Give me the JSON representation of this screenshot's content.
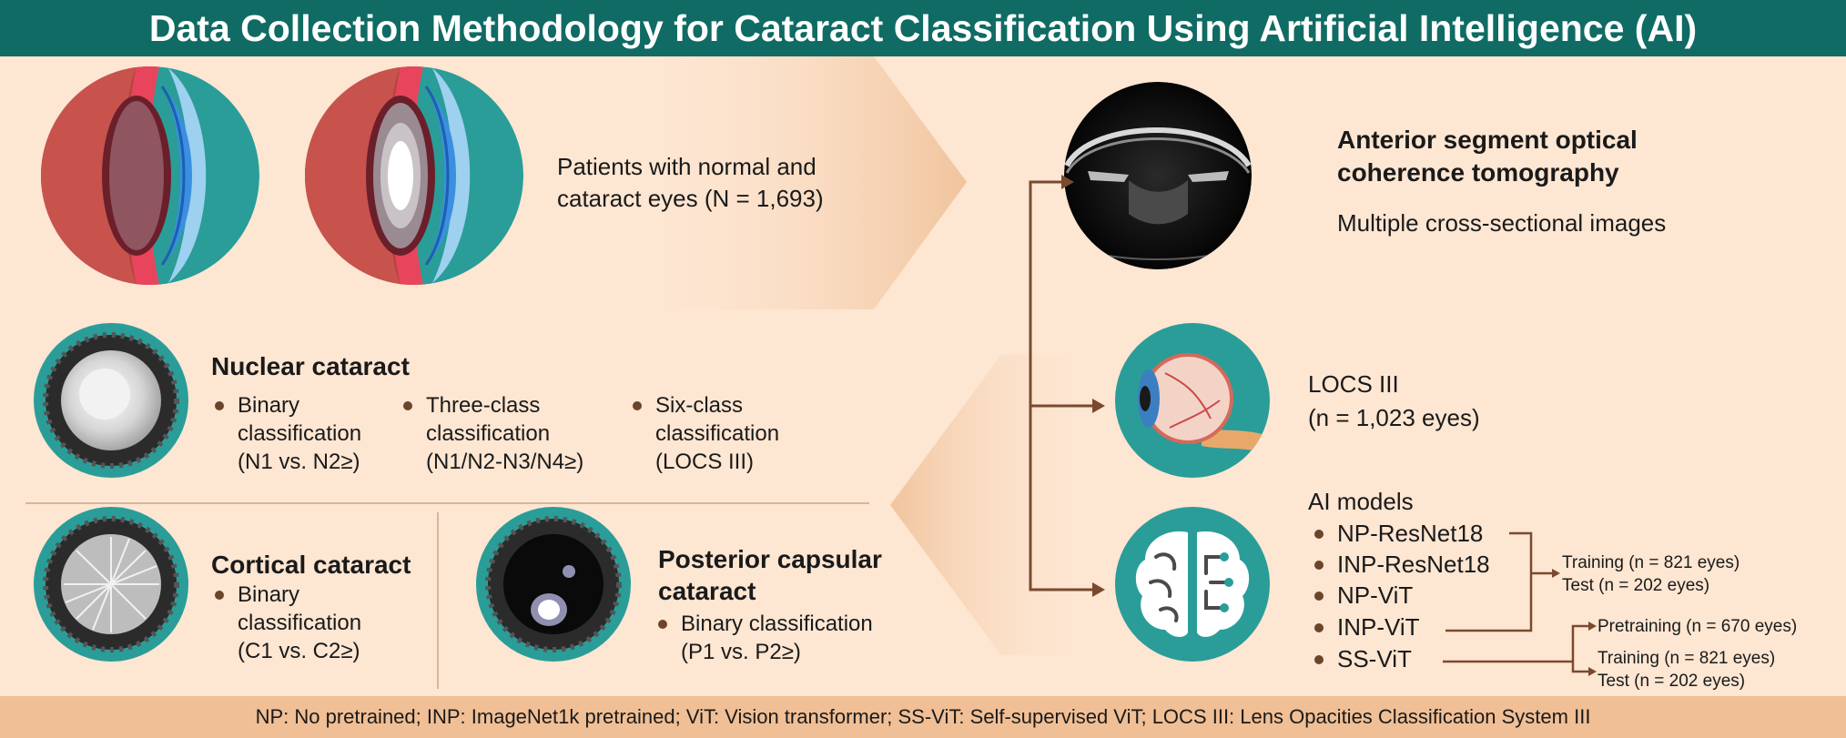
{
  "title": "Data Collection Methodology for Cataract Classification Using Artificial Intelligence (AI)",
  "footer": "NP: No pretrained; INP: ImageNet1k pretrained; ViT: Vision transformer; SS-ViT: Self-supervised ViT; LOCS III: Lens Opacities Classification System III",
  "patients": {
    "line1": "Patients with normal and",
    "line2": "cataract eyes (N = 1,693)"
  },
  "nuclear": {
    "title": "Nuclear cataract",
    "items": [
      {
        "lines": [
          "Binary",
          "classification",
          "(N1 vs. N2≥)"
        ]
      },
      {
        "lines": [
          "Three-class",
          "classification",
          "(N1/N2-N3/N4≥)"
        ]
      },
      {
        "lines": [
          "Six-class",
          "classification",
          "(LOCS III)"
        ]
      }
    ]
  },
  "cortical": {
    "title": "Cortical cataract",
    "lines": [
      "Binary",
      "classification",
      "(C1 vs. C2≥)"
    ]
  },
  "posterior": {
    "title1": "Posterior capsular",
    "title2": "cataract",
    "lines": [
      "Binary classification",
      "(P1 vs. P2≥)"
    ]
  },
  "asoct": {
    "title1": "Anterior segment optical",
    "title2": "coherence tomography",
    "subtitle": "Multiple cross-sectional images"
  },
  "locs": {
    "line1": "LOCS III",
    "line2": "(n = 1,023 eyes)"
  },
  "ai": {
    "heading": "AI models",
    "models": [
      "NP-ResNet18",
      "INP-ResNet18",
      "NP-ViT",
      "INP-ViT",
      "SS-ViT"
    ],
    "group1": {
      "training": "Training (n = 821 eyes)",
      "test": "Test (n = 202 eyes)"
    },
    "pretraining": "Pretraining (n = 670 eyes)",
    "group2": {
      "training": "Training (n = 821 eyes)",
      "test": "Test (n = 202 eyes)"
    }
  },
  "colors": {
    "title_bg": "#0f6b63",
    "teal": "#2a9d99",
    "footer_bg": "#f0bf95",
    "background": "#fde6d2",
    "arrow": "#7a4a2e",
    "bullet": "#6b4429"
  }
}
